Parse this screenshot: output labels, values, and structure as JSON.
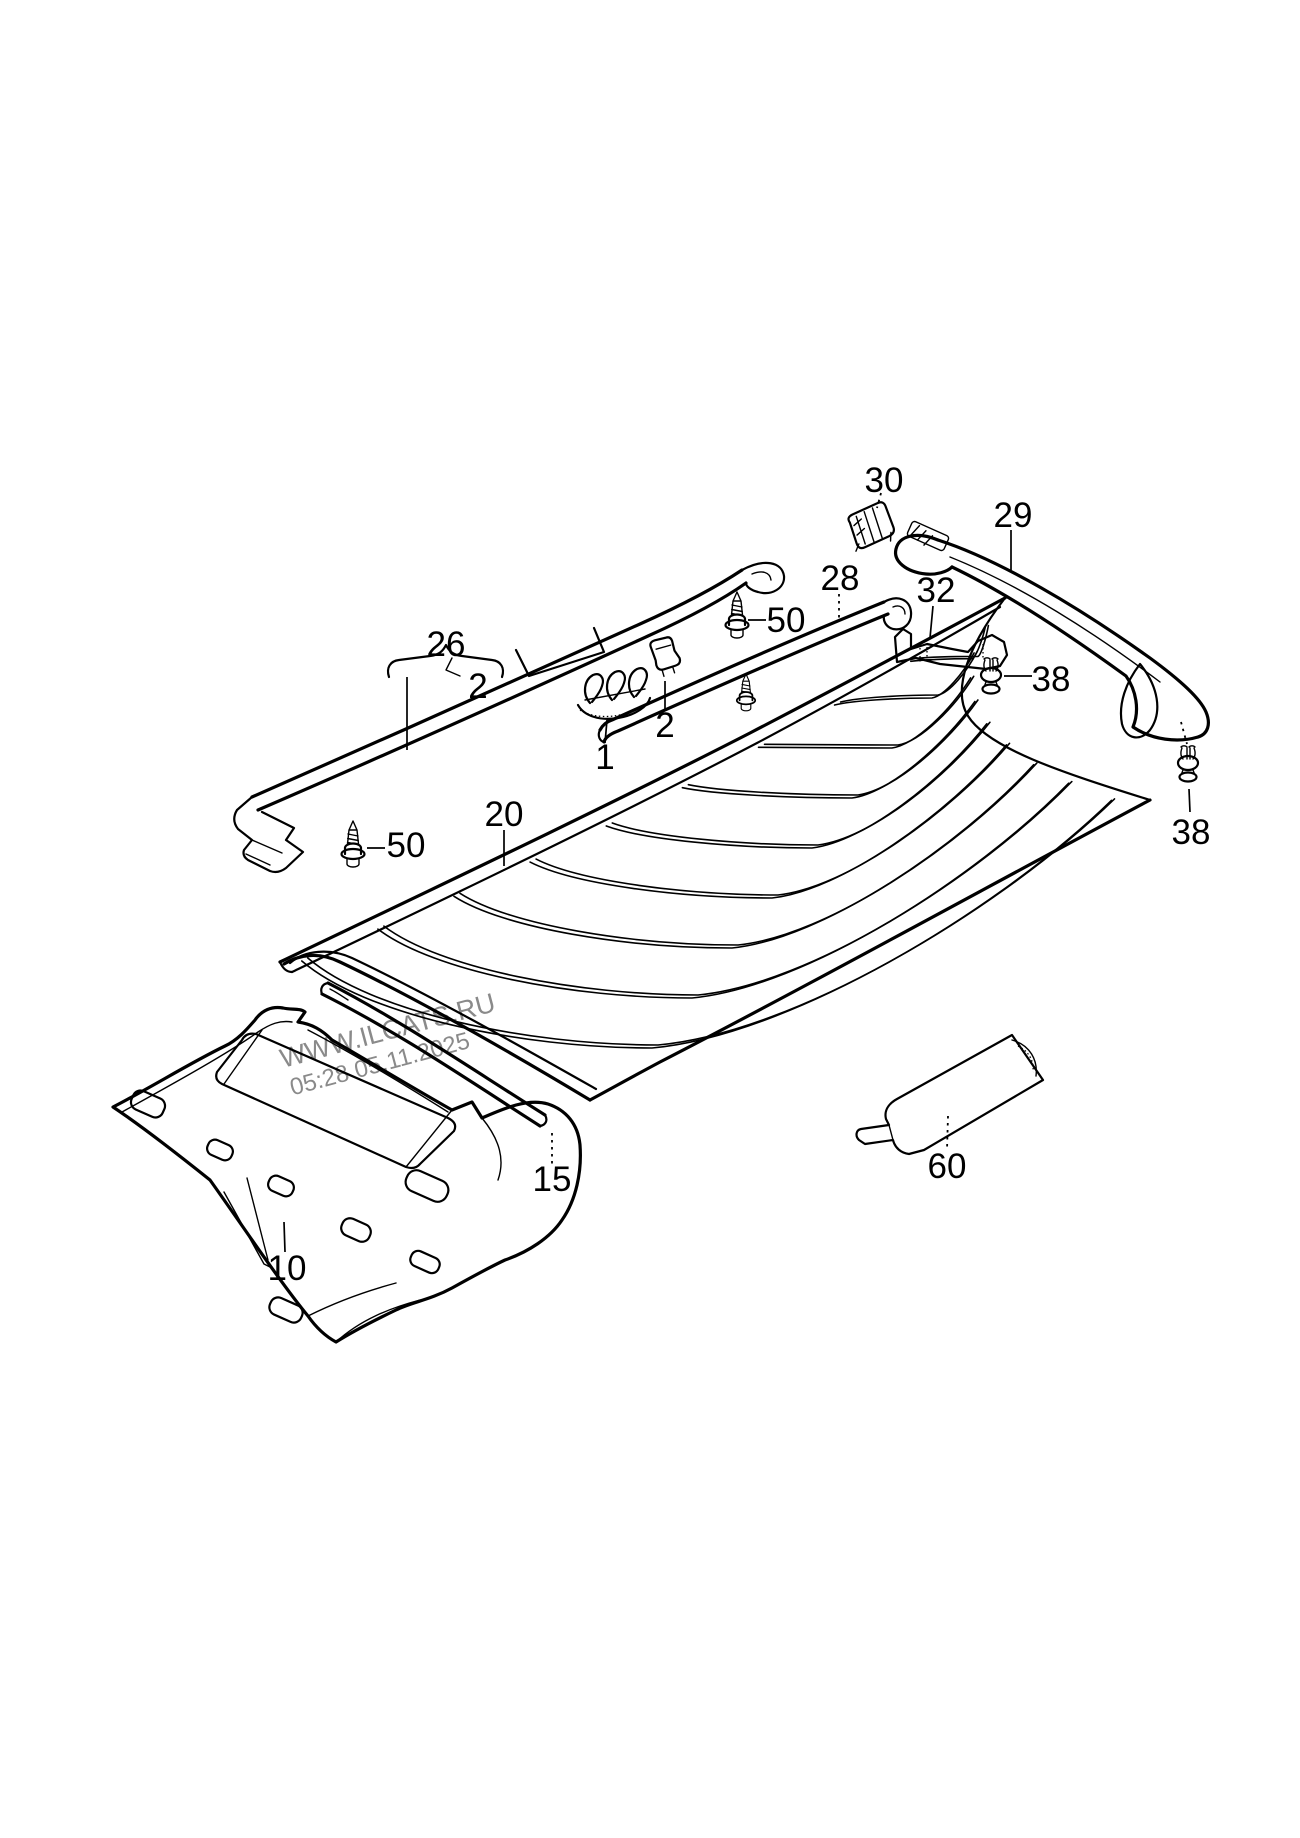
{
  "page": {
    "background": "#ffffff",
    "ink": "#000000"
  },
  "watermark": {
    "line1": "WWW.ILCATS.RU",
    "line2": "05:28 05.11.2025",
    "color": "#8a8a8a"
  },
  "labels": {
    "l26": "26",
    "l26_qty": "2",
    "l50a": "50",
    "l1": "1",
    "l2": "2",
    "l28": "28",
    "l30": "30",
    "l29": "29",
    "l32": "32",
    "l38a": "38",
    "l38b": "38",
    "l20": "20",
    "l50b": "50",
    "l15": "15",
    "l10": "10",
    "l60": "60"
  }
}
